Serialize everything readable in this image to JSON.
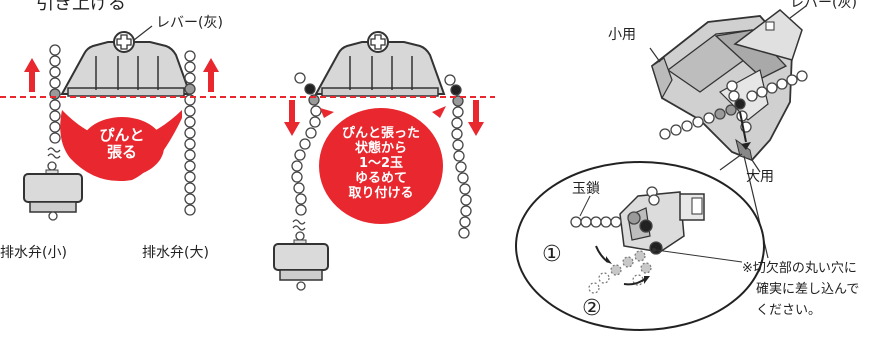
{
  "header": {
    "partial_title": "引き上げる"
  },
  "labels": {
    "lever_gray": "レバー(灰)",
    "lever_gray_right": "レバー(灰)",
    "small": "小用",
    "large": "大用",
    "ball_chain": "玉鎖",
    "drain_valve_small": "排水弁(小)",
    "drain_valve_large": "排水弁(大)"
  },
  "callouts": {
    "taut": [
      "ぴんと",
      "張る"
    ],
    "loosen": [
      "ぴんと張った",
      "状態から",
      "1～2玉",
      "ゆるめて",
      "取り付ける"
    ]
  },
  "steps": {
    "one": "①",
    "two": "②"
  },
  "note": [
    "※切欠部の丸い穴に",
    "確実に差し込んで",
    "ください。"
  ],
  "colors": {
    "red": "#e8282e",
    "gray_fill": "#d7d7d7",
    "ball_gray": "#9a9a9a",
    "ball_dark": "#222222"
  }
}
